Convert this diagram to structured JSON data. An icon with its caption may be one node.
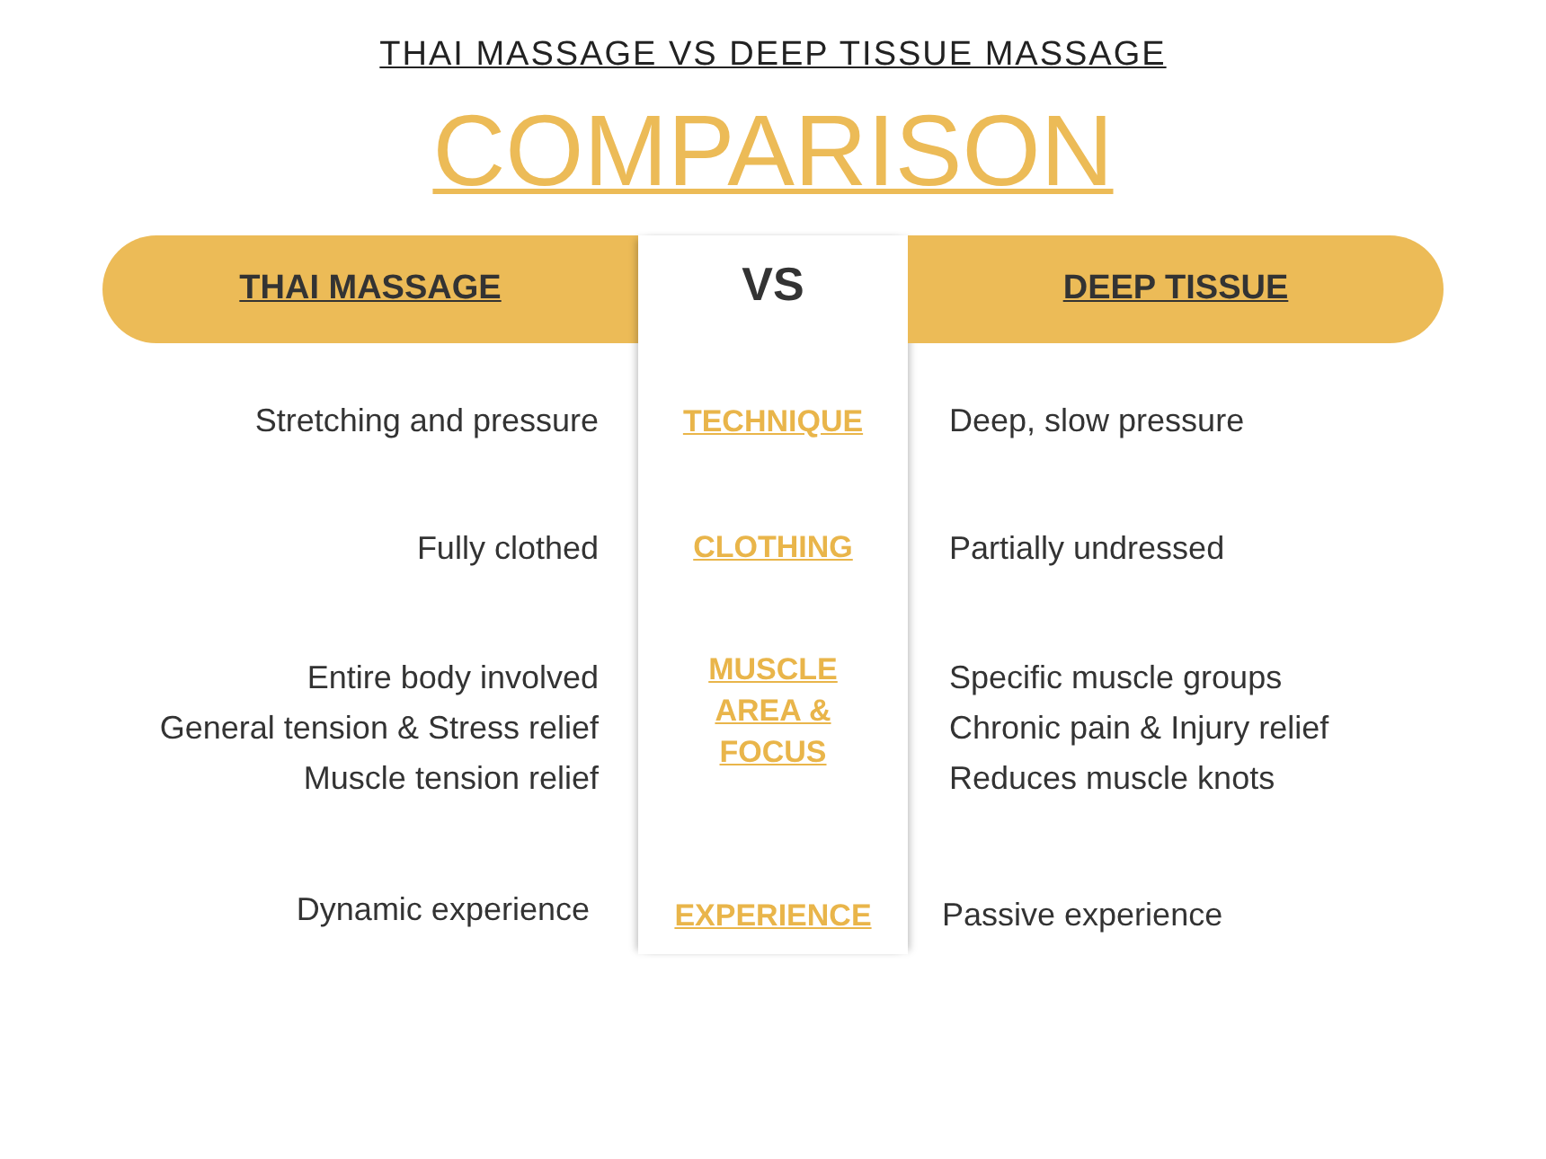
{
  "diagram": {
    "title": "THAI MASSAGE VS DEEP TISSUE MASSAGE",
    "nodes": [
      {
        "text": [
          "THAI MASSAGE"
        ]
      },
      {
        "text": [
          "VS",
          "TECHNIQUE",
          "CLOTHING",
          "MUSCLE AREA & FOCUS",
          "EXPERIENCE"
        ]
      },
      {
        "text": [
          "DEEP TISSUE"
        ]
      }
    ],
    "labels": [
      "COMPARISON",
      "Stretching and pressure",
      "Deep, slow pressure",
      "Fully clothed",
      "Partially undressed",
      "Entire body involved",
      "Specific muscle groups",
      "General tension & Stress relief",
      "Chronic pain & Injury relief",
      "Muscle tension relief",
      "Reduces muscle knots",
      "Dynamic experience",
      "Passive experience"
    ]
  }
}
